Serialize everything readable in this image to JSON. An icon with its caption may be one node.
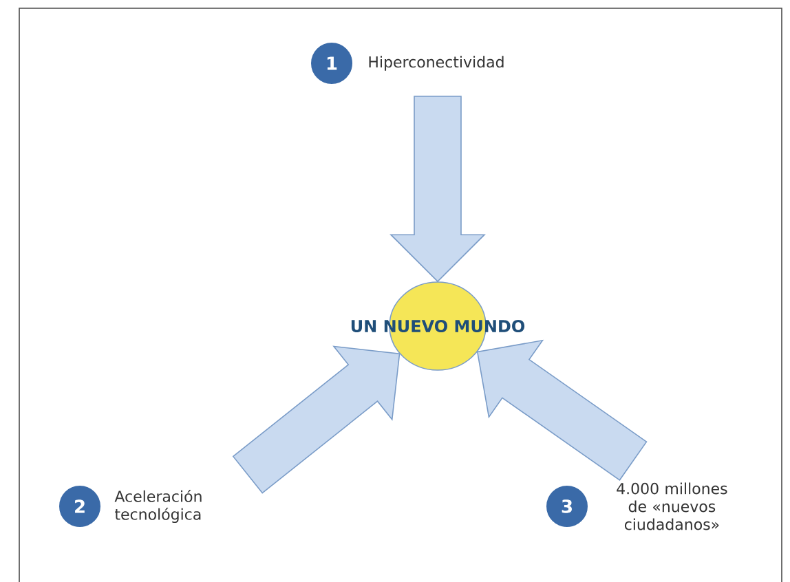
{
  "diagram": {
    "nodes": [
      {
        "text": [
          "UN NUEVO MUNDO"
        ]
      },
      {
        "text": [
          "1"
        ],
        "beside": [
          "Hiperconectividad"
        ]
      },
      {
        "text": [
          "2"
        ],
        "beside": [
          "Aceleración tecnológica"
        ]
      },
      {
        "text": [
          "3"
        ],
        "beside": [
          "4.000 millones de «nuevos ciudadanos»"
        ]
      }
    ],
    "edges": [
      {
        "from": 1,
        "to": 0,
        "arrow": "to"
      },
      {
        "from": 2,
        "to": 0,
        "arrow": "to"
      },
      {
        "from": 3,
        "to": 0,
        "arrow": "to"
      }
    ]
  }
}
